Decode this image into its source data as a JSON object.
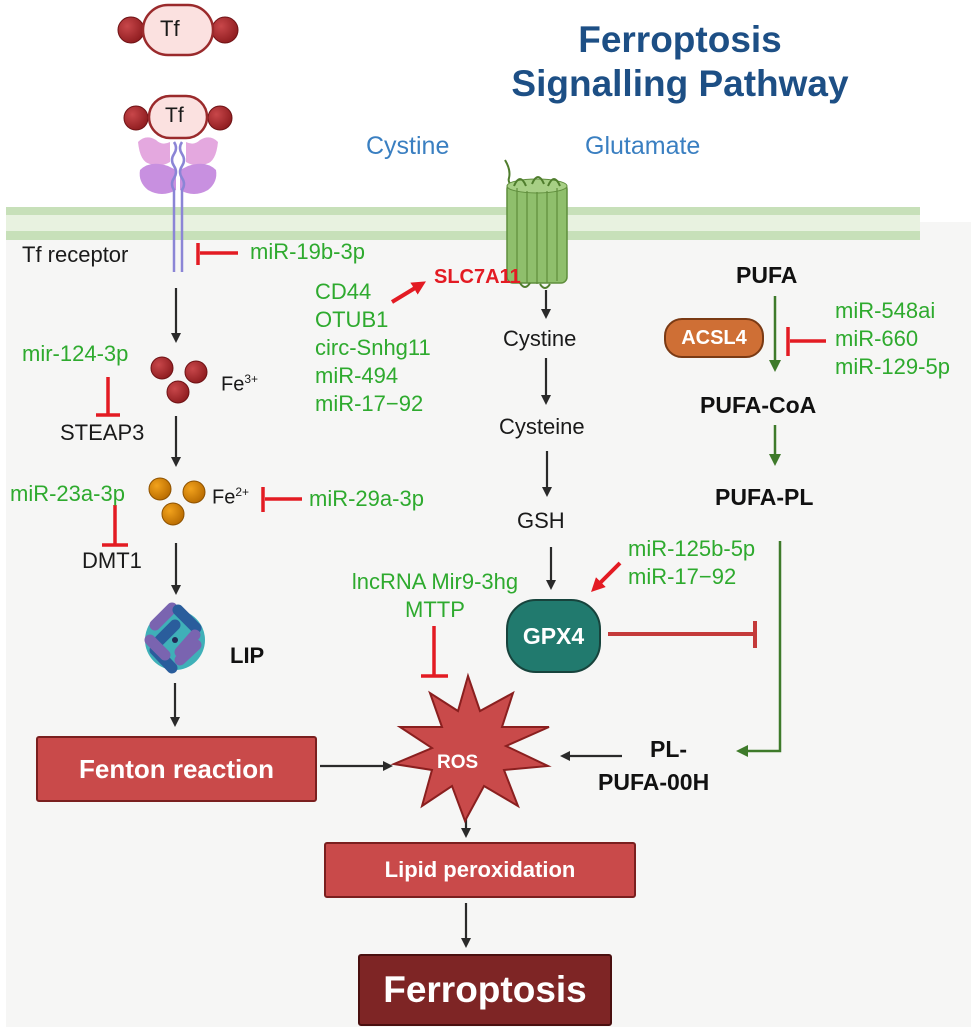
{
  "title": {
    "line1": "Ferroptosis",
    "line2": "Signalling Pathway"
  },
  "extracellular": {
    "cystine": "Cystine",
    "glutamate": "Glutamate",
    "tf_free": "Tf",
    "tf_bound": "Tf"
  },
  "iron_branch": {
    "tf_receptor": "Tf receptor",
    "tf_receptor_inhibitor": "miR-19b-3p",
    "fe3_label": "Fe",
    "fe3_charge": "3+",
    "steap3_inhibitor": "mir-124-3p",
    "steap3": "STEAP3",
    "fe2_label": "Fe",
    "fe2_charge": "2+",
    "fe2_inhibitor": "miR-29a-3p",
    "dmt1_inhibitor": "miR-23a-3p",
    "dmt1": "DMT1",
    "lip": "LIP",
    "fenton": "Fenton reaction"
  },
  "system_xc": {
    "slc7a11": "SLC7A11",
    "activators": [
      "CD44",
      "OTUB1",
      "circ-Snhg11",
      "miR-494",
      "miR-17−92"
    ],
    "cystine": "Cystine",
    "cysteine": "Cysteine",
    "gsh": "GSH",
    "gpx4": "GPX4",
    "gpx4_activators": [
      "miR-125b-5p",
      "miR-17−92"
    ]
  },
  "ros_inhibitors": [
    "lncRNA Mir9-3hg",
    "MTTP"
  ],
  "lipid_branch": {
    "pufa": "PUFA",
    "acsl4": "ACSL4",
    "acsl4_inhibitors": [
      "miR-548ai",
      "miR-660",
      "miR-129-5p"
    ],
    "pufa_coa": "PUFA-CoA",
    "pufa_pl": "PUFA-PL",
    "pl_pufa_ooh_line1": "PL-",
    "pl_pufa_ooh_line2": "PUFA-00H"
  },
  "outcomes": {
    "ros": "ROS",
    "lipid_peroxidation": "Lipid peroxidation",
    "ferroptosis": "Ferroptosis"
  },
  "colors": {
    "title": "#1d4f85",
    "activator_text": "#2eaa2e",
    "inhibition": "#e31b23",
    "lipid_arrow": "#3e7a2a",
    "box_red": "#c94a4a",
    "box_dark": "#7e2525",
    "gpx4": "#217a6e",
    "acsl4": "#cf6f35"
  }
}
